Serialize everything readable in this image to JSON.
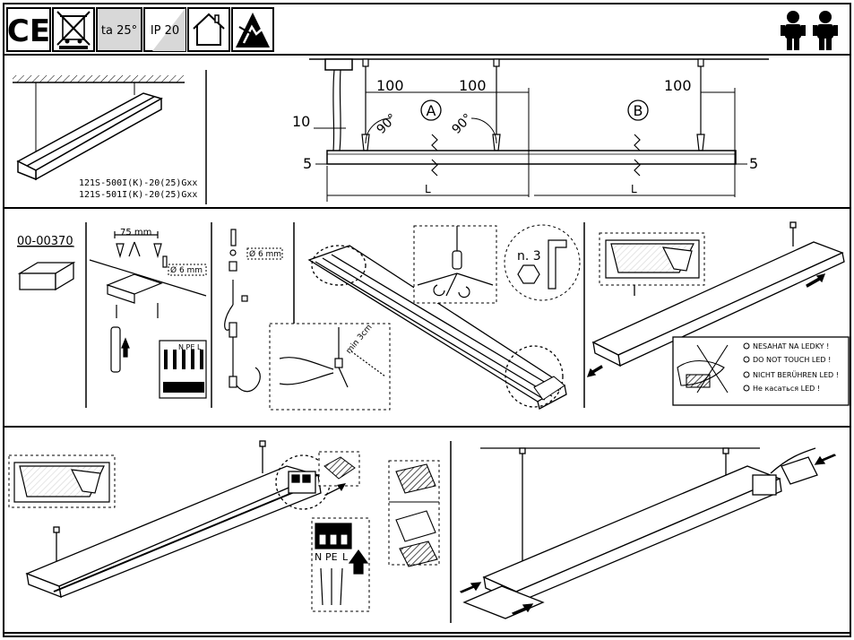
{
  "header": {
    "ce_mark": "CE",
    "ta_badge": "ta 25°",
    "ip_badge": "IP 20"
  },
  "section1": {
    "model_line1": "121S-500I(K)-20(25)Gxx",
    "model_line2": "121S-501I(K)-20(25)Gxx",
    "dim_100_a": "100",
    "dim_100_b": "100",
    "dim_100_c": "100",
    "dim_10": "10",
    "dim_5_left": "5",
    "dim_5_right": "5",
    "angle_a": "90°",
    "angle_b": "90°",
    "label_a": "A",
    "label_b": "B",
    "length_l_a": "L",
    "length_l_b": "L"
  },
  "section2": {
    "part_code": "00-00370",
    "dim_75": "75 mm",
    "dim_6a": "Ø 6 mm",
    "dim_6b": "Ø 6 mm",
    "terminal_labels": "N PE L",
    "min_label": "min 3cm",
    "hex_key": "n. 3",
    "warnings": [
      "NESAHAT NA LEDKY !",
      "DO NOT TOUCH LED !",
      "NICHT BERÜHREN LED !",
      "Не касаться LED !"
    ]
  },
  "section3": {
    "terminal_n": "N",
    "terminal_pe": "PE",
    "terminal_l": "L"
  }
}
